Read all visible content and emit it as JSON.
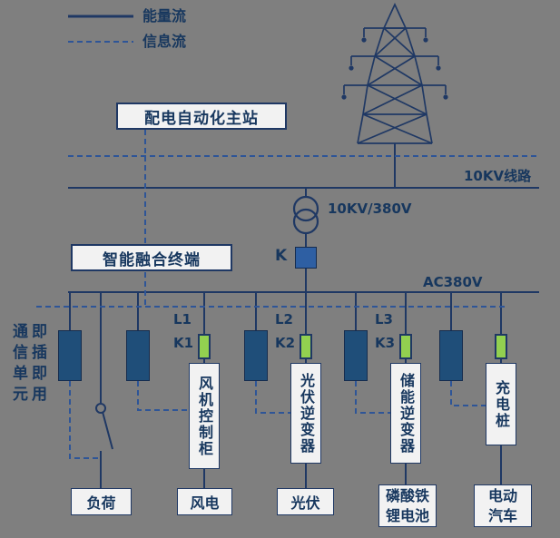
{
  "legend": {
    "energy_label": "能量流",
    "info_label": "信息流"
  },
  "labels": {
    "master_station": "配电自动化主站",
    "feeder_10kv": "10KV线路",
    "transformer_ratio": "10KV/380V",
    "fusion_terminal": "智能融合终端",
    "main_switch": "K",
    "ac_bus": "AC380V",
    "comm_unit_col1": "通信单元",
    "comm_unit_col2": "即插即用"
  },
  "branches": [
    {
      "source": "负荷"
    },
    {
      "line_label": "L1",
      "switch_label": "K1",
      "device": "风机控制柜",
      "source": "风电"
    },
    {
      "line_label": "L2",
      "switch_label": "K2",
      "device": "光伏逆变器",
      "source": "光伏"
    },
    {
      "line_label": "L3",
      "switch_label": "K3",
      "device": "储能逆变器",
      "source": "磷酸铁\n锂电池"
    },
    {
      "device": "充电桩",
      "source": "电动\n汽车"
    }
  ],
  "colors": {
    "background": "#7f7f7f",
    "energy_line": "#1f3864",
    "info_line": "#2e5597",
    "comm_unit_fill": "#1f4e79",
    "main_switch_fill": "#2e5fa3",
    "breaker_green": "#92d050",
    "box_fill": "#f2f2f2"
  }
}
